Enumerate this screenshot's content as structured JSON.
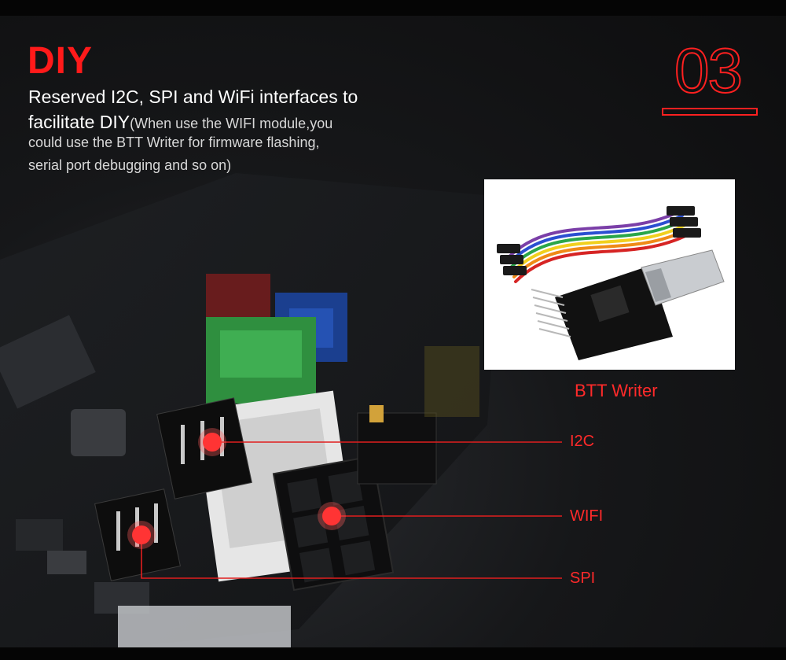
{
  "header": {
    "title": "DIY",
    "line1": "Reserved I2C, SPI and WiFi interfaces to",
    "line2_main": "facilitate DIY",
    "line2_small": "(When use the WIFI module,you",
    "line3": "could  use the BTT Writer for firmware flashing,",
    "line4": "serial port debugging and so on)"
  },
  "badge": {
    "number": "03"
  },
  "product": {
    "label": "BTT Writer"
  },
  "callouts": {
    "i2c": "I2C",
    "wifi": "WIFI",
    "spi": "SPI"
  },
  "colors": {
    "accent": "#ff1a1a",
    "background": "#161719",
    "text": "#ffffff"
  }
}
